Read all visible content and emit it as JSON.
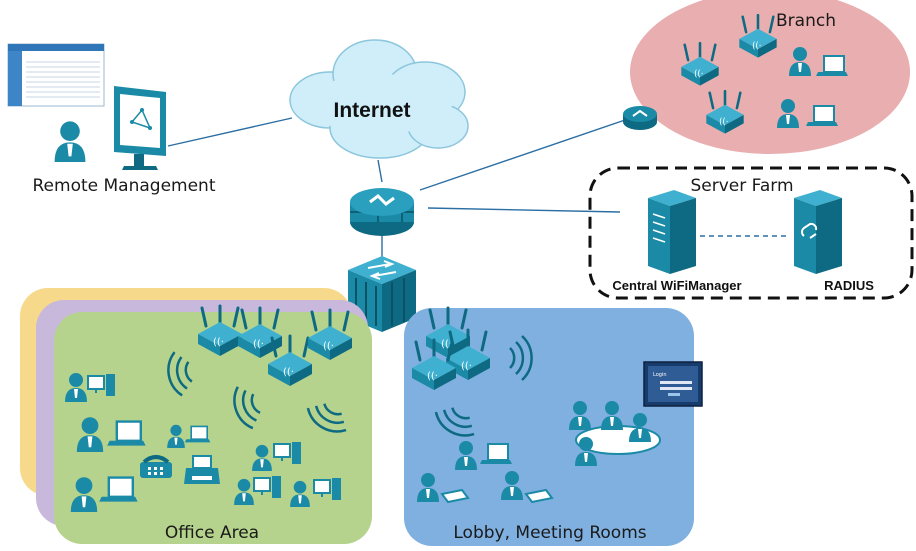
{
  "labels": {
    "internet": "Internet",
    "branch": "Branch",
    "remote_management": "Remote Management",
    "server_farm": "Server Farm",
    "central_wifimanager": "Central WiFiManager",
    "radius": "RADIUS",
    "office_area": "Office Area",
    "lobby": "Lobby, Meeting Rooms",
    "login_title": "Login"
  },
  "colors": {
    "device_teal": "#1a8aa6",
    "device_dark": "#0e6a82",
    "cloud": "#cfeefa",
    "branch_bg": "#e9aeb0",
    "office_green": "#b5d38d",
    "office_purple": "#c7b8dc",
    "office_yellow": "#f7d98c",
    "lobby_blue": "#7fb0e0",
    "line": "#2b6ea3"
  },
  "icons": [
    "router-icon",
    "firewall-icon",
    "switch-icon",
    "server-icon",
    "access-point-icon",
    "user-icon",
    "laptop-icon",
    "desktop-icon",
    "printer-icon",
    "phone-icon",
    "monitor-icon",
    "login-screen-icon",
    "wifi-signal-icon"
  ]
}
